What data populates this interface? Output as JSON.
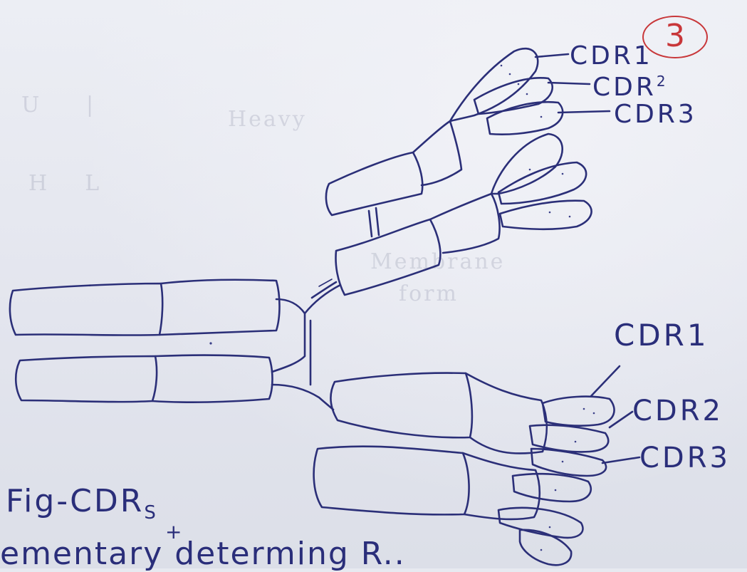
{
  "page_number": "3",
  "labels": {
    "upper_arm": {
      "cdr1": "CDR1",
      "cdr2": "CDR",
      "cdr2_sup": "2",
      "cdr3": "CDR3"
    },
    "lower_arm": {
      "cdr1": "CDR1",
      "cdr2": "CDR2",
      "cdr3": "CDR3"
    }
  },
  "caption": {
    "prefix": "Fig-",
    "text": "CDR",
    "sub": "S",
    "plus": "+"
  },
  "bottom_line": "ementary determing R..",
  "ink_color": "#2b2f78",
  "accent_color": "#c8373a"
}
